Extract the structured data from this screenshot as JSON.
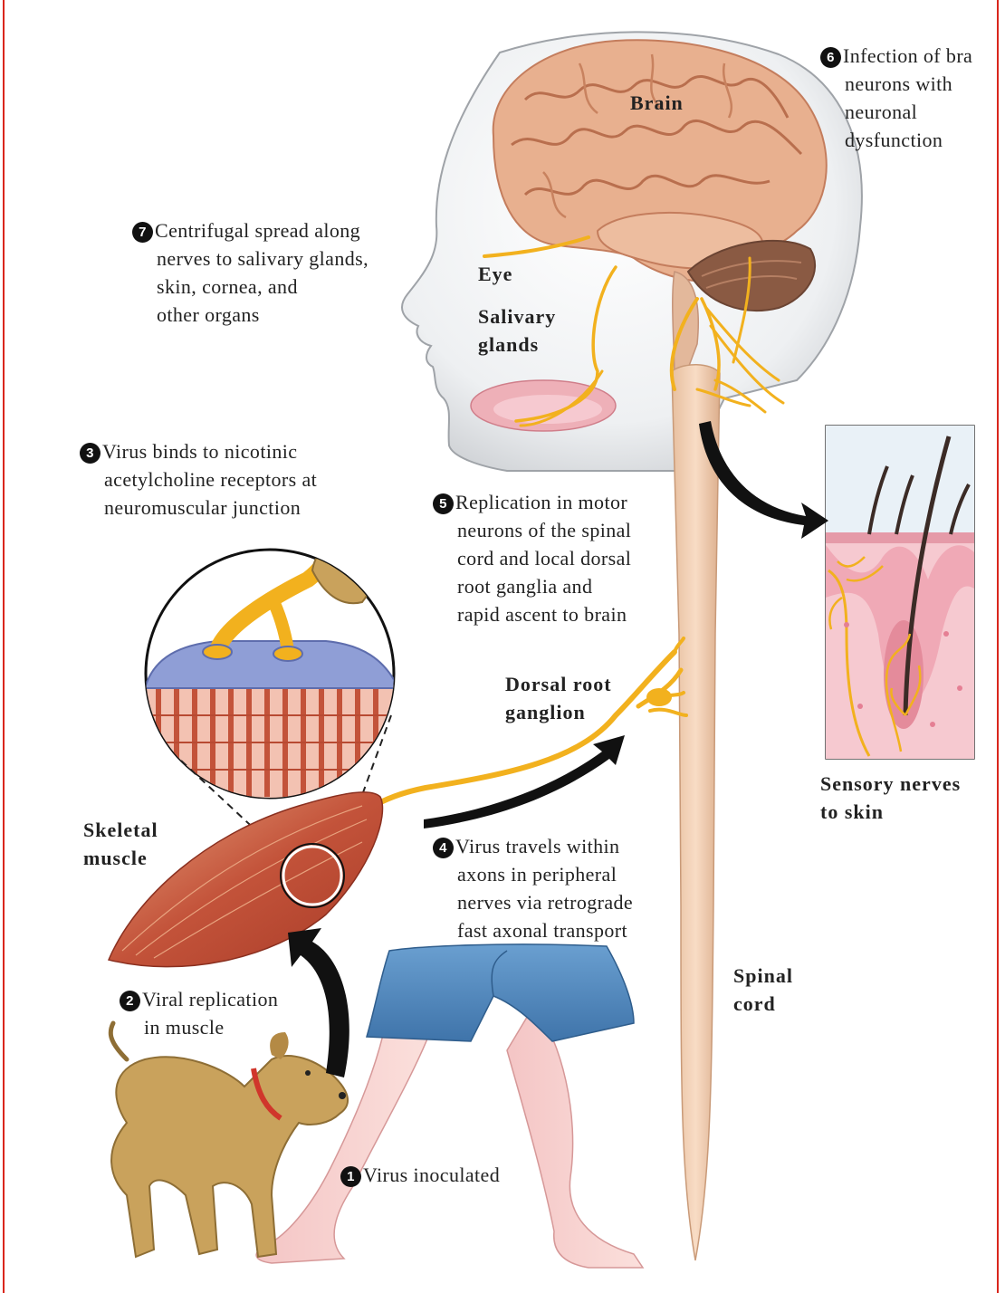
{
  "labels": {
    "brain": "Brain",
    "eye": "Eye",
    "salivary_glands": [
      "Salivary",
      "glands"
    ],
    "dorsal_root_ganglion": [
      "Dorsal root",
      "ganglion"
    ],
    "skeletal_muscle": [
      "Skeletal",
      "muscle"
    ],
    "spinal_cord": [
      "Spinal",
      "cord"
    ],
    "sensory_nerves": [
      "Sensory nerves",
      "to skin"
    ]
  },
  "steps": [
    {
      "number": "1",
      "lines": [
        "Virus inoculated"
      ]
    },
    {
      "number": "2",
      "lines": [
        "Viral replication",
        "in muscle"
      ]
    },
    {
      "number": "3",
      "lines": [
        "Virus binds to nicotinic",
        "acetylcholine receptors at",
        "neuromuscular junction"
      ]
    },
    {
      "number": "4",
      "lines": [
        "Virus travels within",
        "axons in peripheral",
        "nerves via retrograde",
        "fast axonal transport"
      ]
    },
    {
      "number": "5",
      "lines": [
        "Replication in motor",
        "neurons of the spinal",
        "cord and local dorsal",
        "root ganglia and",
        "rapid ascent to brain"
      ]
    },
    {
      "number": "6",
      "lines": [
        "Infection of bra",
        "neurons with",
        "neuronal",
        "dysfunction"
      ]
    },
    {
      "number": "7",
      "lines": [
        "Centrifugal spread along",
        "nerves to salivary glands,",
        "skin, cornea, and",
        "other organs"
      ]
    }
  ],
  "colors": {
    "border": "#d9261c",
    "nerve": "#f2b11e",
    "brain": "#e8b08f",
    "muscle": "#c3533a",
    "skin_inset": "#f6c9d0",
    "dog": "#c9a25c",
    "shorts": "#4f87bf",
    "arrow": "#111111"
  }
}
